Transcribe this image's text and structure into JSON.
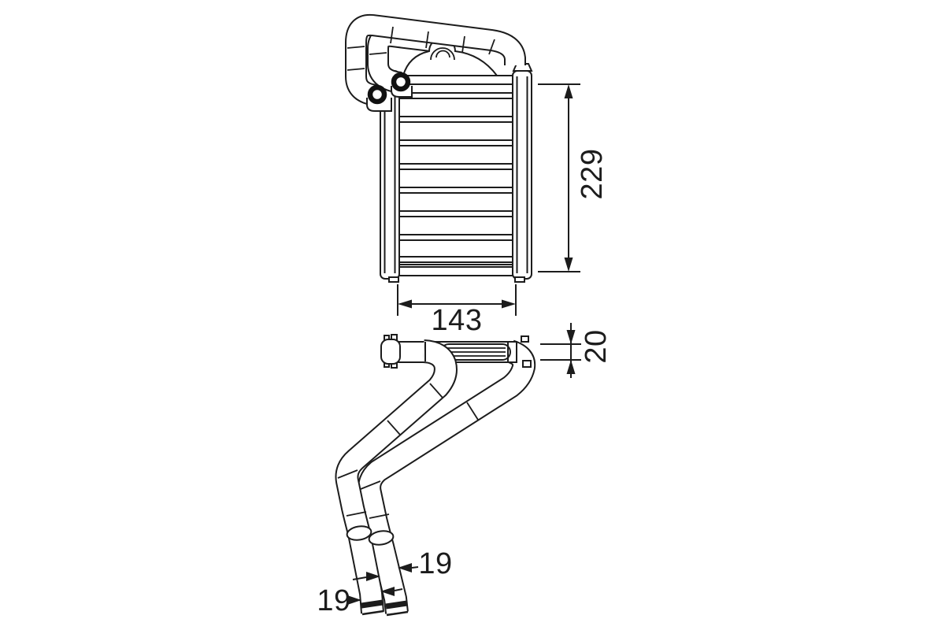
{
  "page": {
    "background_color": "#ffffff",
    "line_color": "#1c1c1c",
    "text_color": "#1c1c1c"
  },
  "drawing": {
    "kind": "technical-part-drawing",
    "subject": "heater-core-with-inlet-outlet-pipes",
    "views": [
      "front-view-with-pipes",
      "side-profile-view-with-pipes"
    ],
    "dims": {
      "core_height": "229",
      "core_width": "143",
      "core_depth": "20",
      "pipe_diameter_right": "19",
      "pipe_diameter_left": "19"
    }
  }
}
